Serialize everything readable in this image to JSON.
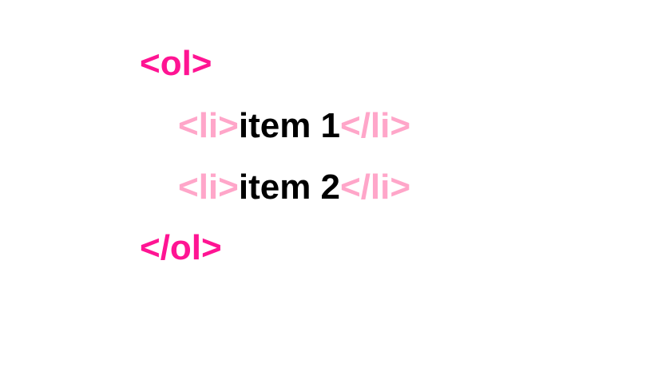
{
  "code": {
    "line1": {
      "open_tag": "<ol>"
    },
    "line2": {
      "open_tag": "<li>",
      "text": "item 1",
      "close_tag": "</li>"
    },
    "line3": {
      "open_tag": "<li>",
      "text": "item 2",
      "close_tag": "</li>"
    },
    "line4": {
      "close_tag": "</ol>"
    }
  },
  "colors": {
    "outer_tag": "#ff1493",
    "inner_tag": "#ffa6c9",
    "text": "#000000",
    "background": "#ffffff"
  }
}
